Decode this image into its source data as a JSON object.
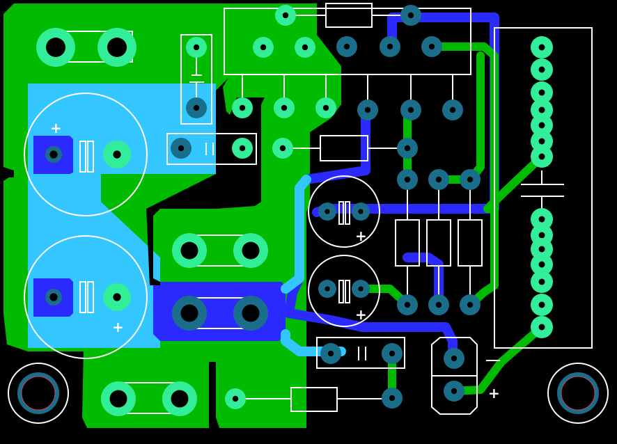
{
  "pcb": {
    "polarity_marks": [
      "+",
      "+",
      "+",
      "+",
      "+"
    ],
    "colors": {
      "background": "#000000",
      "top_copper": "#00bb00",
      "bottom_copper": "#2a2aff",
      "overlap_pour": "#33c6ff",
      "silkscreen": "#ffffff",
      "pad": "#1a6e8a",
      "pad_highlight": "#33ee99",
      "drill": "#000000"
    },
    "components": [
      "resistor-top-left",
      "resistor-top-left-mid",
      "resistor-top",
      "capacitor-film-vertical",
      "capacitor-film-left",
      "electrolytic-cap-c1",
      "electrolytic-cap-c2",
      "resistor-mid",
      "resistor-mid-lower",
      "resistor-bottom",
      "small-electrolytic-c3",
      "small-electrolytic-c4",
      "resistor-vertical-1",
      "resistor-vertical-2",
      "resistor-vertical-3",
      "resistor-horizontal-center",
      "capacitor-film-bottom",
      "resistor-bottom-right",
      "transistor-bottom",
      "connector-header-right",
      "ic-top-center",
      "mounting-hole-left",
      "mounting-hole-right"
    ]
  }
}
